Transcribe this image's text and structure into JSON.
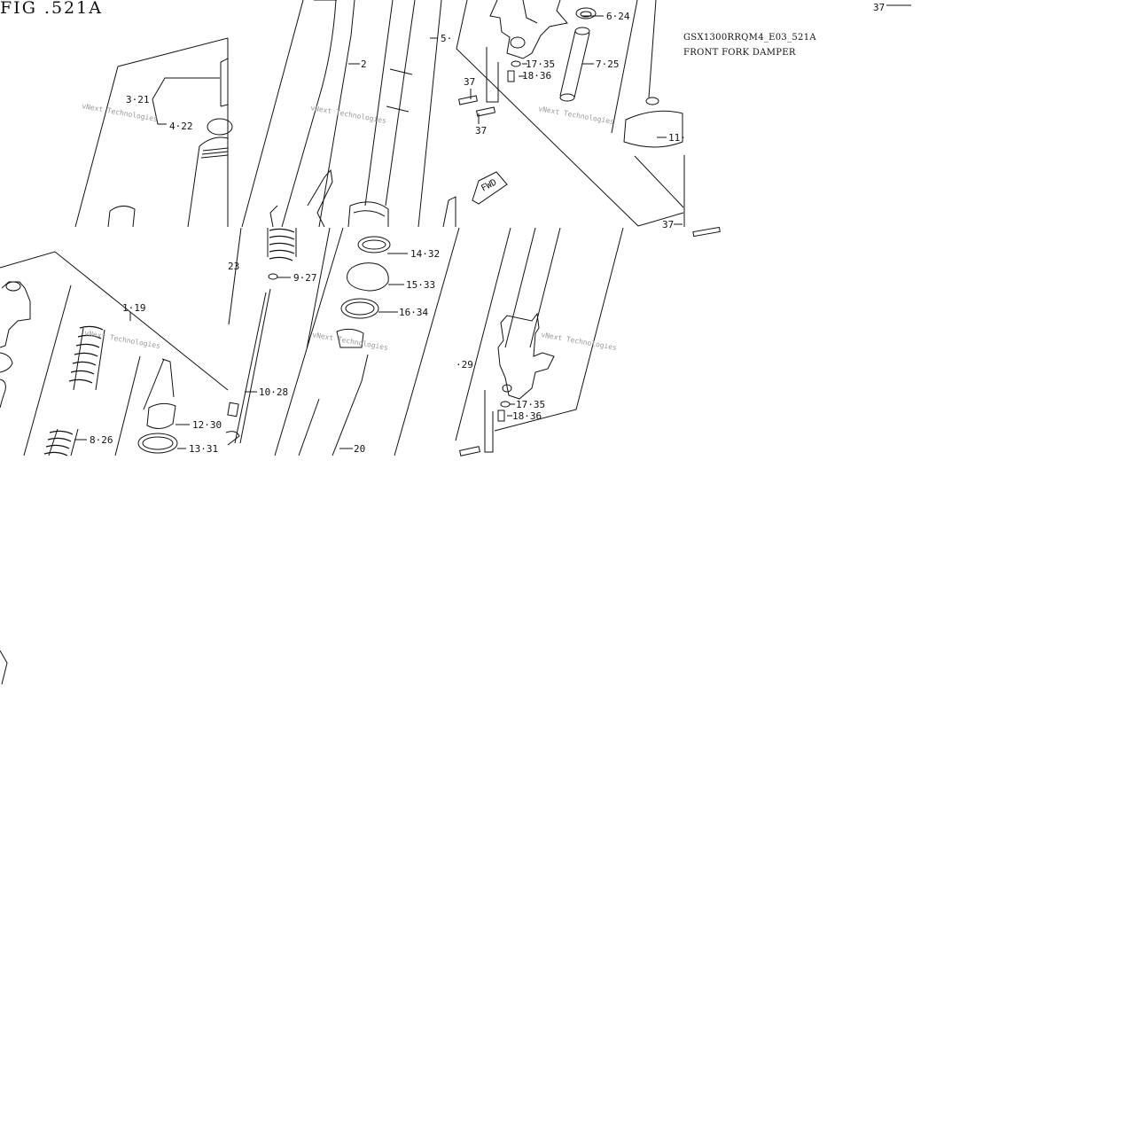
{
  "figure": {
    "title": "FIG .521A",
    "model_code": "GSX1300RRQM4_E03_521A",
    "section_name": "FRONT FORK DAMPER",
    "forward_marker": "FWD",
    "watermark": "vNext Technologies",
    "ink_color": "#111111"
  },
  "callouts": {
    "c_3_21": "3·21",
    "c_4_22": "4·22",
    "c_2": "2",
    "c_5": "5·",
    "c_6_24": "6·24",
    "c_17_35_top": "17·35",
    "c_18_36_top": "18·36",
    "c_7_25": "7·25",
    "c_37_a": "37",
    "c_37_b": "37",
    "c_11": "11·",
    "c_37_right": "37",
    "c_37_far": "37",
    "c_23": "23",
    "c_9_27": "9·27",
    "c_14_32": "14·32",
    "c_15_33": "15·33",
    "c_16_34": "16·34",
    "c_1_19": "1·19",
    "c_10_28": "10·28",
    "c_29": "·29",
    "c_17_35_bot": "17·35",
    "c_18_36_bot": "18·36",
    "c_12_30": "12·30",
    "c_8_26": "8·26",
    "c_13_31": "13·31",
    "c_20": "20"
  }
}
